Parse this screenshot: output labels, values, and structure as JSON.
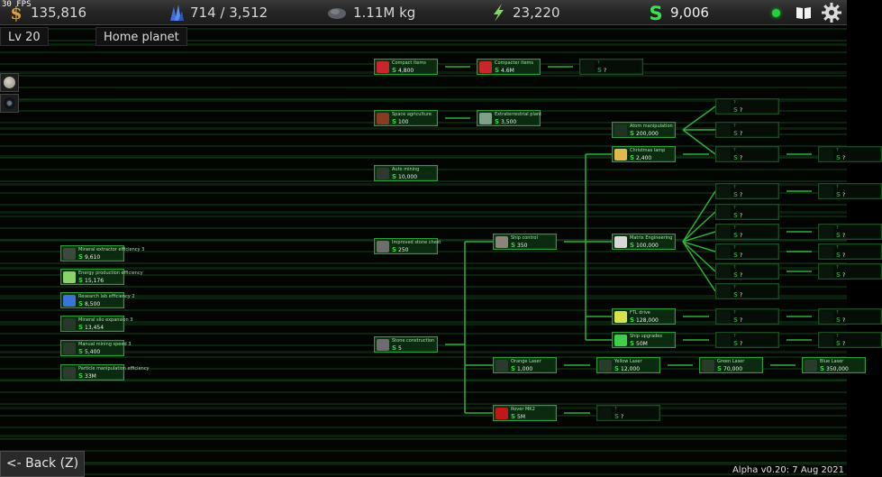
{
  "hud": {
    "fps": "30 FPS",
    "money": "135,816",
    "crystals": "714 / 3,512",
    "mass": "1.11M kg",
    "energy": "23,220",
    "research": "9,006"
  },
  "level_label": "Lv 20",
  "location_label": "Home planet",
  "back_label": "<- Back (Z)",
  "version_label": "Alpha v0.20: 7 Aug 2021",
  "colors": {
    "accent": "#33cc44",
    "node_border": "#2d9b3a",
    "node_bg": "#0b2a10",
    "line": "#2fae3c"
  },
  "nodes": [
    {
      "name": "Compact items",
      "cost": "4,800",
      "icon": "red-item-icon",
      "locked": false
    },
    {
      "name": "Compacter items",
      "cost": "4.6M",
      "icon": "red-item-icon",
      "locked": false
    },
    {
      "name": "?",
      "cost": "?",
      "icon": "unknown-icon",
      "locked": true
    },
    {
      "name": "Space agriculture",
      "cost": "100",
      "icon": "plant-icon",
      "locked": false
    },
    {
      "name": "Extraterrestrial plant",
      "cost": "3,500",
      "icon": "brain-icon",
      "locked": false
    },
    {
      "name": "Auto mining",
      "cost": "10,000",
      "icon": "drill-icon",
      "locked": false
    },
    {
      "name": "Improved stone chest",
      "cost": "250",
      "icon": "stone-icon",
      "locked": false
    },
    {
      "name": "Stone construction",
      "cost": "5",
      "icon": "stone-icon",
      "locked": false
    },
    {
      "name": "Mineral extractor efficiency 3",
      "cost": "9,610",
      "icon": "extractor-icon",
      "locked": false
    },
    {
      "name": "Energy production efficiency",
      "cost": "15,176",
      "icon": "energy-icon",
      "locked": false
    },
    {
      "name": "Research lab efficiency 2",
      "cost": "8,500",
      "icon": "lab-icon",
      "locked": false
    },
    {
      "name": "Mineral silo expansion 3",
      "cost": "13,454",
      "icon": "silo-icon",
      "locked": false
    },
    {
      "name": "Manual mining speed 3",
      "cost": "5,400",
      "icon": "pickaxe-icon",
      "locked": false
    },
    {
      "name": "Particle manipulation efficiency",
      "cost": "33M",
      "icon": "particle-icon",
      "locked": false
    },
    {
      "name": "Ship control",
      "cost": "350",
      "icon": "ship-icon",
      "locked": false
    },
    {
      "name": "Orange Laser",
      "cost": "1,000",
      "icon": "laser-icon",
      "locked": false
    },
    {
      "name": "Yellow Laser",
      "cost": "12,000",
      "icon": "laser-icon",
      "locked": false
    },
    {
      "name": "Green Laser",
      "cost": "70,000",
      "icon": "laser-icon",
      "locked": false
    },
    {
      "name": "Blue Laser",
      "cost": "350,000",
      "icon": "laser-icon",
      "locked": false
    },
    {
      "name": "Rover MK2",
      "cost": "5M",
      "icon": "rover-icon",
      "locked": false
    },
    {
      "name": "?",
      "cost": "?",
      "icon": "unknown-icon",
      "locked": true
    },
    {
      "name": "Atom manipulation",
      "cost": "200,000",
      "icon": "atom-icon",
      "locked": false
    },
    {
      "name": "Christmas lamp",
      "cost": "2,400",
      "icon": "lamp-icon",
      "locked": false
    },
    {
      "name": "Matrix Engineering",
      "cost": "100,000",
      "icon": "recycle-icon",
      "locked": false
    },
    {
      "name": "FTL drive",
      "cost": "128,000",
      "icon": "ftl-icon",
      "locked": false
    },
    {
      "name": "Ship upgrades",
      "cost": "50M",
      "icon": "upgrade-arrow-icon",
      "locked": false
    },
    {
      "name": "?",
      "cost": "?",
      "icon": "unknown-icon",
      "locked": true
    },
    {
      "name": "?",
      "cost": "?",
      "icon": "unknown-icon",
      "locked": true
    },
    {
      "name": "?",
      "cost": "?",
      "icon": "unknown-icon",
      "locked": true
    },
    {
      "name": "?",
      "cost": "?",
      "icon": "unknown-icon",
      "locked": true
    },
    {
      "name": "?",
      "cost": "?",
      "icon": "unknown-icon",
      "locked": true
    },
    {
      "name": "?",
      "cost": "?",
      "icon": "unknown-icon",
      "locked": true
    },
    {
      "name": "?",
      "cost": "?",
      "icon": "unknown-icon",
      "locked": true
    },
    {
      "name": "?",
      "cost": "?",
      "icon": "unknown-icon",
      "locked": true
    },
    {
      "name": "?",
      "cost": "?",
      "icon": "unknown-icon",
      "locked": true
    },
    {
      "name": "?",
      "cost": "?",
      "icon": "unknown-icon",
      "locked": true
    },
    {
      "name": "?",
      "cost": "?",
      "icon": "unknown-icon",
      "locked": true
    },
    {
      "name": "?",
      "cost": "?",
      "icon": "unknown-icon",
      "locked": true
    },
    {
      "name": "?",
      "cost": "?",
      "icon": "unknown-icon",
      "locked": true
    },
    {
      "name": "?",
      "cost": "?",
      "icon": "unknown-icon",
      "locked": true
    },
    {
      "name": "?",
      "cost": "?",
      "icon": "unknown-icon",
      "locked": true
    },
    {
      "name": "?",
      "cost": "?",
      "icon": "unknown-icon",
      "locked": true
    },
    {
      "name": "?",
      "cost": "?",
      "icon": "unknown-icon",
      "locked": true
    },
    {
      "name": "?",
      "cost": "?",
      "icon": "unknown-icon",
      "locked": true
    },
    {
      "name": "?",
      "cost": "?",
      "icon": "unknown-icon",
      "locked": true
    }
  ]
}
